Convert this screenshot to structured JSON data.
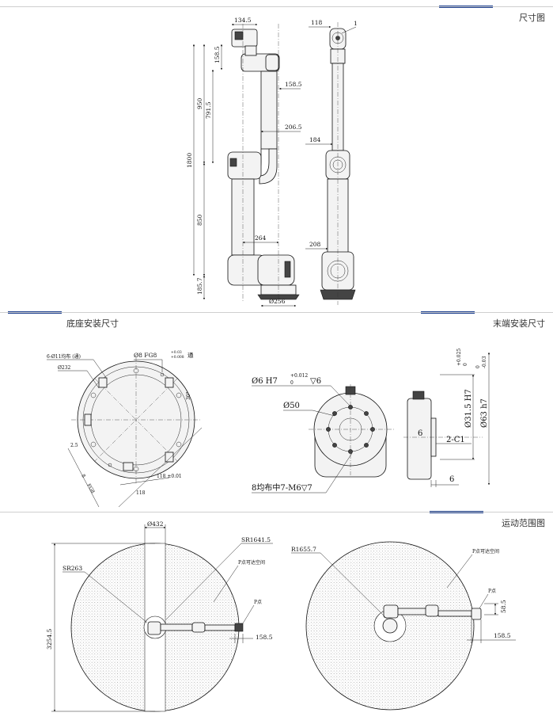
{
  "sections": {
    "dimensions": "尺寸图",
    "base_mount": "底座安装尺寸",
    "end_mount": "末端安装尺寸",
    "workspace": "运动范围图"
  },
  "elevation": {
    "d_134_5": "134.5",
    "d_158_5_top": "158.5",
    "d_158_5_mid": "158.5",
    "d_791_5": "791.5",
    "d_950": "950",
    "d_1800": "1800",
    "d_206_5": "206.5",
    "d_850": "850",
    "d_264": "264",
    "d_185_7": "185.7",
    "d_256": "Ø256",
    "d_118": "118",
    "d_184": "184",
    "d_208": "208",
    "label_1": "1"
  },
  "base": {
    "holes": "6-Ø11均布 (通)",
    "pcd": "Ø232",
    "pin": "Ø8 FG8",
    "pin_tol_up": "+0.03",
    "pin_tol_dn": "+0.008",
    "pin_thru": "通",
    "angle": "30°",
    "d_118_a": "118",
    "d_118_b": "118 ±0.01",
    "d_8": "8",
    "d_fg8": "FG8",
    "d_2_5": "2.5"
  },
  "flange": {
    "pin_spec": "Ø6 H7",
    "pin_tol_up": "+0.012",
    "pin_tol_dn": "0",
    "pin_depth": "▽6",
    "pcd": "Ø50",
    "threads": "8均布中7-M6▽7",
    "d_31_5": "Ø31.5 H7",
    "d_31_5_tol_up": "+0.025",
    "d_31_5_tol_dn": "0",
    "d_63": "Ø63 h7",
    "d_63_tol_up": "0",
    "d_63_tol_dn": "-0.03",
    "chamfer": "2-C1",
    "d_6_a": "6",
    "d_6_b": "6"
  },
  "range_left": {
    "d_432": "Ø432",
    "sr_1641_5": "SR1641.5",
    "sr_263": "SR263",
    "reach_label": "P点可达空间",
    "p_label": "P点",
    "h_3254_5": "3254.5",
    "d_158_5": "158.5"
  },
  "range_right": {
    "r_1655_7": "R1655.7",
    "reach_label": "P点可达空间",
    "p_label": "P点",
    "d_58_5": "58.5",
    "d_158_5": "158.5"
  },
  "colors": {
    "accent": "#1c3f8f",
    "rule": "#cfcfcf"
  }
}
